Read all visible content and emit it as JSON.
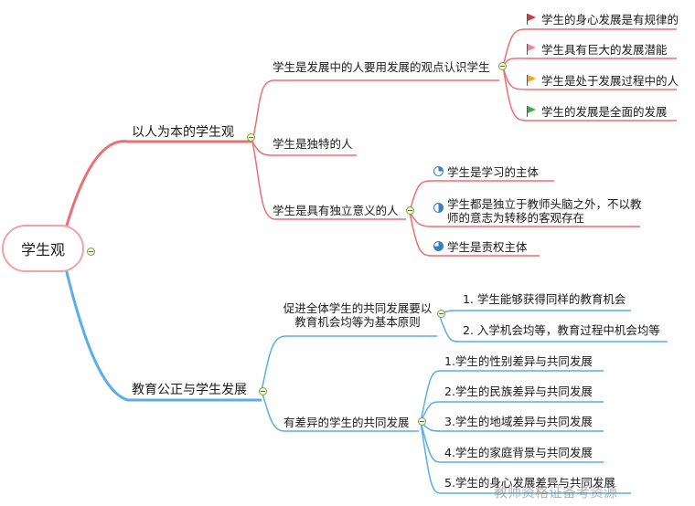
{
  "root": {
    "label": "学生观"
  },
  "branches": {
    "b1": {
      "label": "以人为本的学生观",
      "color": "#ee6f72",
      "sub1": {
        "label": "学生是发展中的人要用发展的观点认识学生",
        "items": [
          {
            "text": "学生的身心发展是有规律的",
            "flag": "#d8393c"
          },
          {
            "text": "学生具有巨大的发展潜能",
            "flag": "#f08a8a"
          },
          {
            "text": "学生是处于发展过程中的人",
            "flag": "#f5a623"
          },
          {
            "text": "学生的发展是全面的发展",
            "flag": "#3fae49"
          }
        ]
      },
      "sub2": {
        "label": "学生是独特的人"
      },
      "sub3": {
        "label": "学生是具有独立意义的人",
        "items": [
          {
            "text": "学生是学习的主体",
            "progress": 0.25
          },
          {
            "text": "学生都是独立于教师头脑之外，不以教师的意志为转移的客观存在",
            "progress": 0.5
          },
          {
            "text": "学生是责权主体",
            "progress": 0.75
          }
        ]
      }
    },
    "b2": {
      "label": "教育公正与学生发展",
      "color": "#5aaee6",
      "sub1": {
        "label": "促进全体学生的共同发展要以教育机会均等为基本原则",
        "items": [
          "1. 学生能够获得同样的教育机会",
          "2. 入学机会均等，教育过程中机会均等"
        ]
      },
      "sub2": {
        "label": "有差异的学生的共同发展",
        "items": [
          "1.学生的性别差异与共同发展",
          "2.学生的民族差异与共同发展",
          "3.学生的地域差异与共同发展",
          "4.学生的家庭背景与共同发展",
          "5.学生的身心发展差异与共同发展"
        ]
      }
    }
  },
  "watermark": "教师资格证备考资源"
}
